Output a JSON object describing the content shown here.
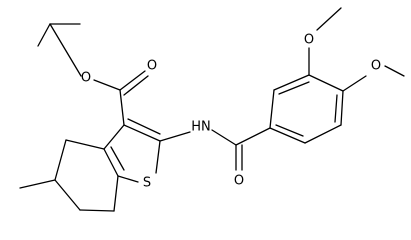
{
  "atoms": {
    "ester_o_single": "O",
    "ester_o_double": "O",
    "amide_nh": "HN",
    "amide_o": "O",
    "ring_sulfur": "S",
    "methoxy_o_3": "O",
    "methoxy_o_4": "O"
  }
}
